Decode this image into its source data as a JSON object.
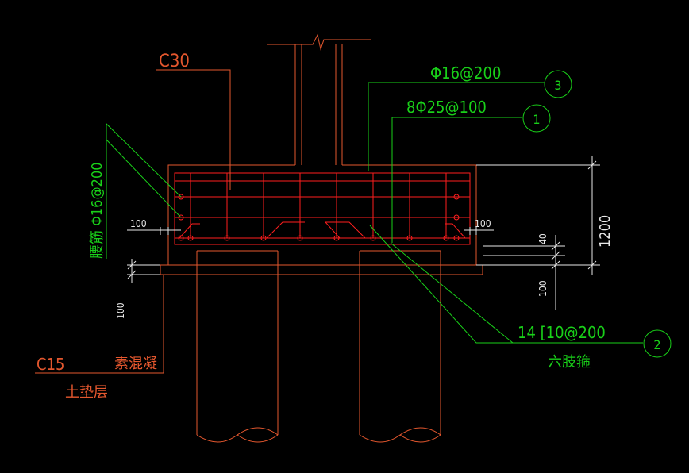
{
  "labels": {
    "concrete_cap": "C30",
    "bar_top": "Φ16@200",
    "bar_bottom": "8Φ25@100",
    "stirrup": "14 [10@200",
    "stirrup_desc": "六肢箍",
    "waist_bar": "腰筋 Φ16@200",
    "concrete_pad": "C15",
    "pad_desc1": "素混凝",
    "pad_desc2": "土垫层",
    "callout_1": "1",
    "callout_2": "2",
    "callout_3": "3",
    "dim_1200": "1200",
    "dim_40": "40",
    "dim_100_right": "100",
    "dim_100_left": "100",
    "dim_100_side_left": "100",
    "dim_100_side_right": "100"
  },
  "colors": {
    "background": "#000000",
    "concrete_outline": "#e4572e",
    "rebar": "#ff1e1e",
    "annotation": "#19d019",
    "dimension": "#e8e8e8"
  }
}
